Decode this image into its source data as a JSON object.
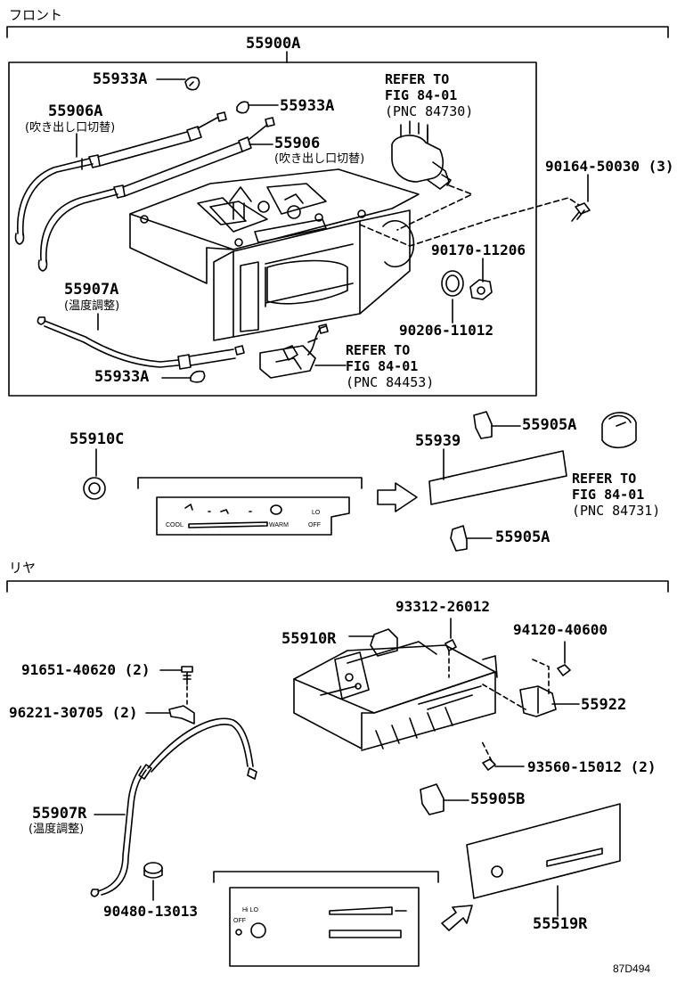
{
  "sections": {
    "front": "フロント",
    "rear": "リヤ"
  },
  "front": {
    "assembly": "55900A",
    "parts": {
      "p55933a_top": "55933A",
      "p55933a_mid": "55933A",
      "p55933a_bot": "55933A",
      "p55906a": "55906A",
      "p55906a_note": "(吹き出し口切替)",
      "p55906": "55906",
      "p55906_note": "(吹き出し口切替)",
      "p55907a": "55907A",
      "p55907a_note": "(温度調整)",
      "p90164": "90164-50030 (3)",
      "p90170": "90170-11206",
      "p90206": "90206-11012",
      "p55910c": "55910C",
      "p55939": "55939",
      "p55905a_top": "55905A",
      "p55905a_bot": "55905A"
    },
    "refs": [
      {
        "l1": "REFER TO",
        "l2": "FIG 84-01",
        "l3": "(PNC 84730)"
      },
      {
        "l1": "REFER TO",
        "l2": "FIG 84-01",
        "l3": "(PNC 84453)"
      },
      {
        "l1": "REFER TO",
        "l2": "FIG 84-01",
        "l3": "(PNC 84731)"
      }
    ],
    "panel_text": {
      "cool": "COOL",
      "warm": "WARM",
      "lo": "LO",
      "off": "OFF"
    }
  },
  "rear": {
    "parts": {
      "p93312": "93312-26012",
      "p55910r": "55910R",
      "p94120": "94120-40600",
      "p91651": "91651-40620 (2)",
      "p96221": "96221-30705 (2)",
      "p55922": "55922",
      "p93560": "93560-15012 (2)",
      "p55907r": "55907R",
      "p55907r_note": "(温度調整)",
      "p55905b": "55905B",
      "p90480": "90480-13013",
      "p55519r": "55519R"
    },
    "panel_text": {
      "hi_lo": "Hi  LO",
      "off": "OFF"
    }
  },
  "illustration_code": "87D494"
}
